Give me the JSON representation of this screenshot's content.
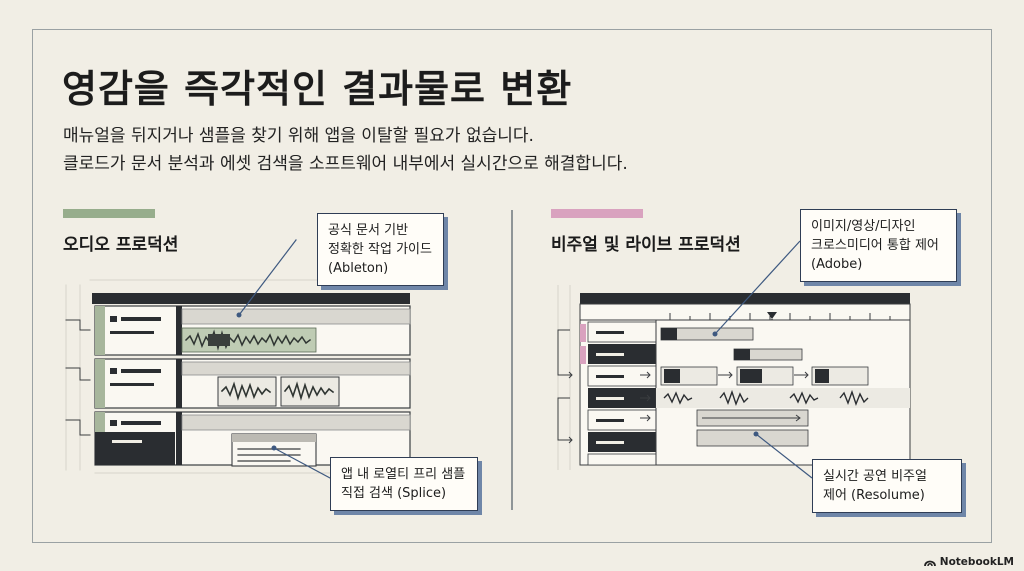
{
  "title": "영감을 즉각적인 결과물로 변환",
  "subtitle": [
    "매뉴얼을 뒤지거나 샘플을 찾기 위해 앱을 이탈할 필요가 없습니다.",
    "클로드가 문서 분석과 에셋 검색을 소프트웨어 내부에서 실시간으로 해결합니다."
  ],
  "left_section": {
    "heading": "오디오 프로덕션",
    "accent_color": "#97ad8c",
    "callout_top": {
      "lines": [
        "공식 문서 기반",
        "정확한 작업 가이드",
        "(Ableton)"
      ]
    },
    "callout_bottom": {
      "lines": [
        "앱 내 로열티 프리 샘플",
        "직접 검색 (Splice)"
      ]
    }
  },
  "right_section": {
    "heading": "비주얼 및 라이브 프로덕션",
    "accent_color": "#d9a2bf",
    "callout_top": {
      "lines": [
        "이미지/영상/디자인",
        "크로스미디어 통합 제어",
        "(Adobe)"
      ]
    },
    "callout_bottom": {
      "lines": [
        "실시간 공연 비주얼",
        "제어 (Resolume)"
      ]
    }
  },
  "brand": "NotebookLM",
  "colors": {
    "callout_border": "#2f3d55",
    "callout_shadow": "#6f86a8",
    "background": "#f1eee5"
  }
}
